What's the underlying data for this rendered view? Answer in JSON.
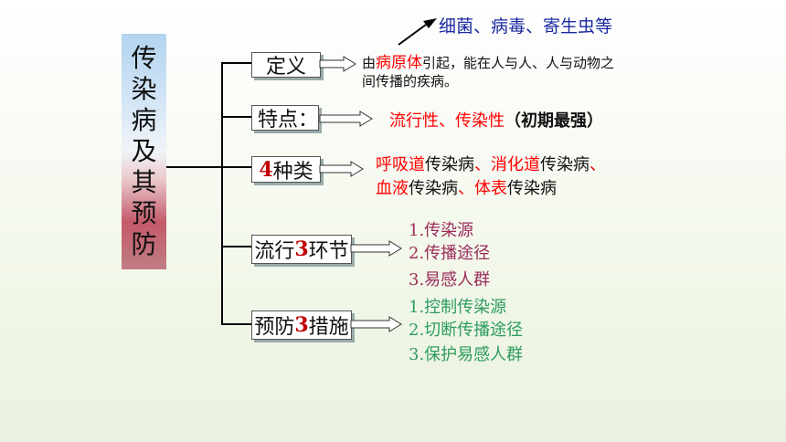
{
  "title_chars": [
    "传",
    "染",
    "病",
    "及",
    "其",
    "预",
    "防"
  ],
  "definition": {
    "label": "定义",
    "line1_prefix": "由",
    "line1_highlight": "病原体",
    "line1_suffix": "引起，能在人与人、人与动物之",
    "line2": "间传播的疾病。",
    "pathogen_examples": "细菌、病毒、寄生虫等"
  },
  "features": {
    "label": "特点：",
    "text_red": "流行性、传染性",
    "text_black": "（初期最强）"
  },
  "types": {
    "label_num": "4",
    "label_rest": "种类",
    "row1": [
      {
        "t": "呼吸道",
        "c": "red"
      },
      {
        "t": "传染病",
        "c": "blk"
      },
      {
        "t": "、",
        "c": "red"
      },
      {
        "t": "消化道",
        "c": "red"
      },
      {
        "t": "传染病",
        "c": "blk"
      },
      {
        "t": "、",
        "c": "red"
      }
    ],
    "row2": [
      {
        "t": "血液",
        "c": "red"
      },
      {
        "t": "传染病",
        "c": "blk"
      },
      {
        "t": "、",
        "c": "red"
      },
      {
        "t": "体表",
        "c": "red"
      },
      {
        "t": "传染病",
        "c": "blk"
      }
    ]
  },
  "links": {
    "label_pre": "流行",
    "label_num": "3",
    "label_post": "环节",
    "items": [
      "1.传染源",
      "2.传播途径",
      "3.易感人群"
    ]
  },
  "prevention": {
    "label_pre": "预防",
    "label_num": "3",
    "label_post": "措施",
    "items": [
      "1.控制传染源",
      "2.切断传播途径",
      "3.保护易感人群"
    ]
  },
  "colors": {
    "links_text": "#9b2c5a",
    "prevention_text": "#2e9c5c",
    "pathogen_text": "#1a2aa0"
  }
}
